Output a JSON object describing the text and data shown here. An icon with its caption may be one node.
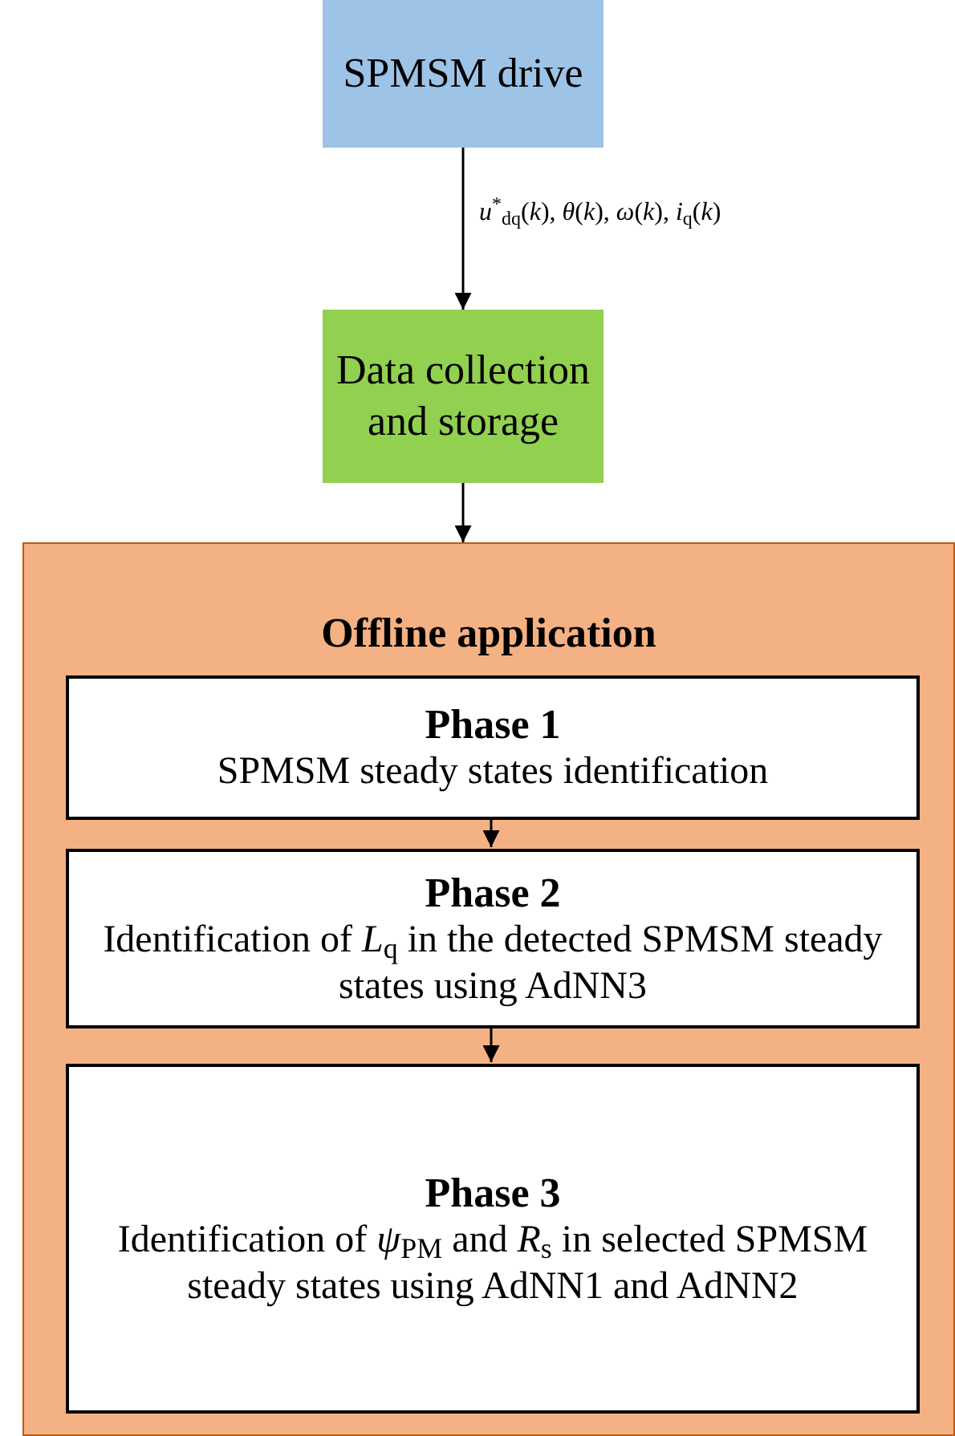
{
  "diagram": {
    "nodes": [
      {
        "text": [
          "SPMSM drive"
        ]
      },
      {
        "text": [
          "Data collection and storage"
        ]
      },
      {
        "text": [
          "Offline application"
        ]
      },
      {
        "text": [
          "Phase 1",
          "SPMSM steady states identification"
        ],
        "in": 2
      },
      {
        "text": [
          "Phase 2",
          "Identification of *L*$_{q}$ in the detected SPMSM steady states using AdNN3"
        ],
        "in": 2
      },
      {
        "text": [
          "Phase 3",
          "Identification of *ψ*$_{PM}$ and *R*$_{s}$ in selected SPMSM steady states using AdNN1 and AdNN2"
        ],
        "in": 2
      }
    ],
    "edges": [
      {
        "from": 0,
        "to": 1,
        "arrow": "to",
        "label": "*u*$^{*}$$_{dq}$(*k*), *θ*(*k*), *ω*(*k*), *i*$_{q}$(*k*)"
      },
      {
        "from": 1,
        "to": 2,
        "arrow": "to"
      },
      {
        "from": 3,
        "to": 4,
        "arrow": "to"
      },
      {
        "from": 4,
        "to": 5,
        "arrow": "to"
      }
    ]
  }
}
